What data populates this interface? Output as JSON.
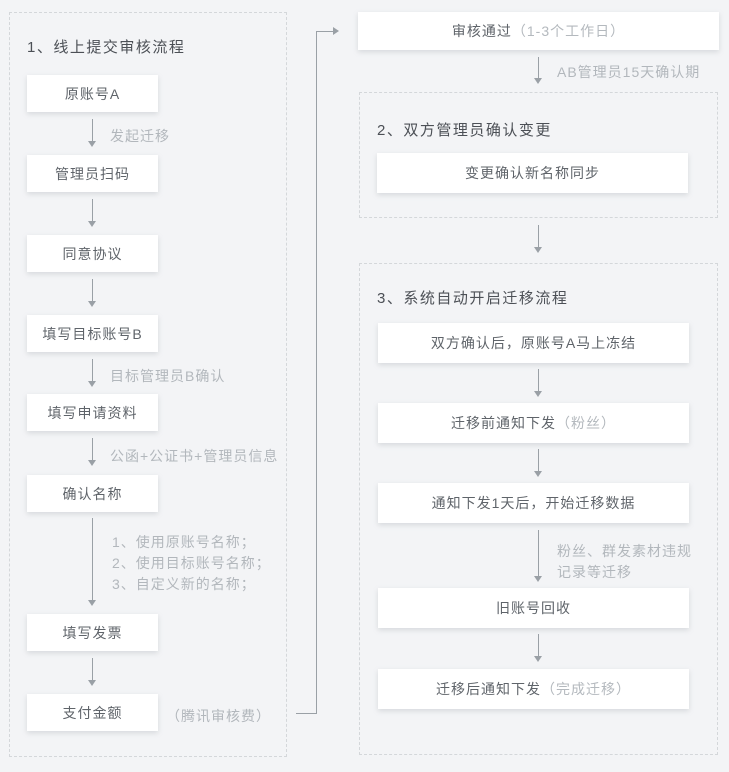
{
  "flow": {
    "section1": {
      "title": "1、线上提交审核流程",
      "boxes": [
        "原账号A",
        "管理员扫码",
        "同意协议",
        "填写目标账号B",
        "填写申请资料",
        "确认名称",
        "填写发票",
        "支付金额"
      ],
      "labels": {
        "initiate": "发起迁移",
        "target_admin_confirm": "目标管理员B确认",
        "documents": "公函+公证书+管理员信息",
        "name_option1": "1、使用原账号名称；",
        "name_option2": "2、使用目标账号名称；",
        "name_option3": "3、自定义新的名称；",
        "tencent_fee": "（腾讯审核费）"
      }
    },
    "approval": {
      "main": "审核通过",
      "note": "（1-3个工作日）",
      "confirm_period": "AB管理员15天确认期"
    },
    "section2": {
      "title": "2、双方管理员确认变更",
      "box": "变更确认新名称同步"
    },
    "section3": {
      "title": "3、系统自动开启迁移流程",
      "boxes": [
        {
          "main": "双方确认后，原账号A马上冻结",
          "note": ""
        },
        {
          "main": "迁移前通知下发",
          "note": "（粉丝）"
        },
        {
          "main": "通知下发1天后，开始迁移数据",
          "note": ""
        },
        {
          "main": "旧账号回收",
          "note": ""
        },
        {
          "main": "迁移后通知下发",
          "note": "（完成迁移）"
        }
      ],
      "labels": {
        "migrate_line1": "粉丝、群发素材违规",
        "migrate_line2": "记录等迁移"
      }
    }
  },
  "colors": {
    "background": "#f3f4f6",
    "box_background": "#ffffff",
    "dashed_border": "#d4d7da",
    "line": "#9aa0a6",
    "text_primary": "#5f646a",
    "text_title": "#4c5056",
    "text_light": "#b2b7bc"
  }
}
